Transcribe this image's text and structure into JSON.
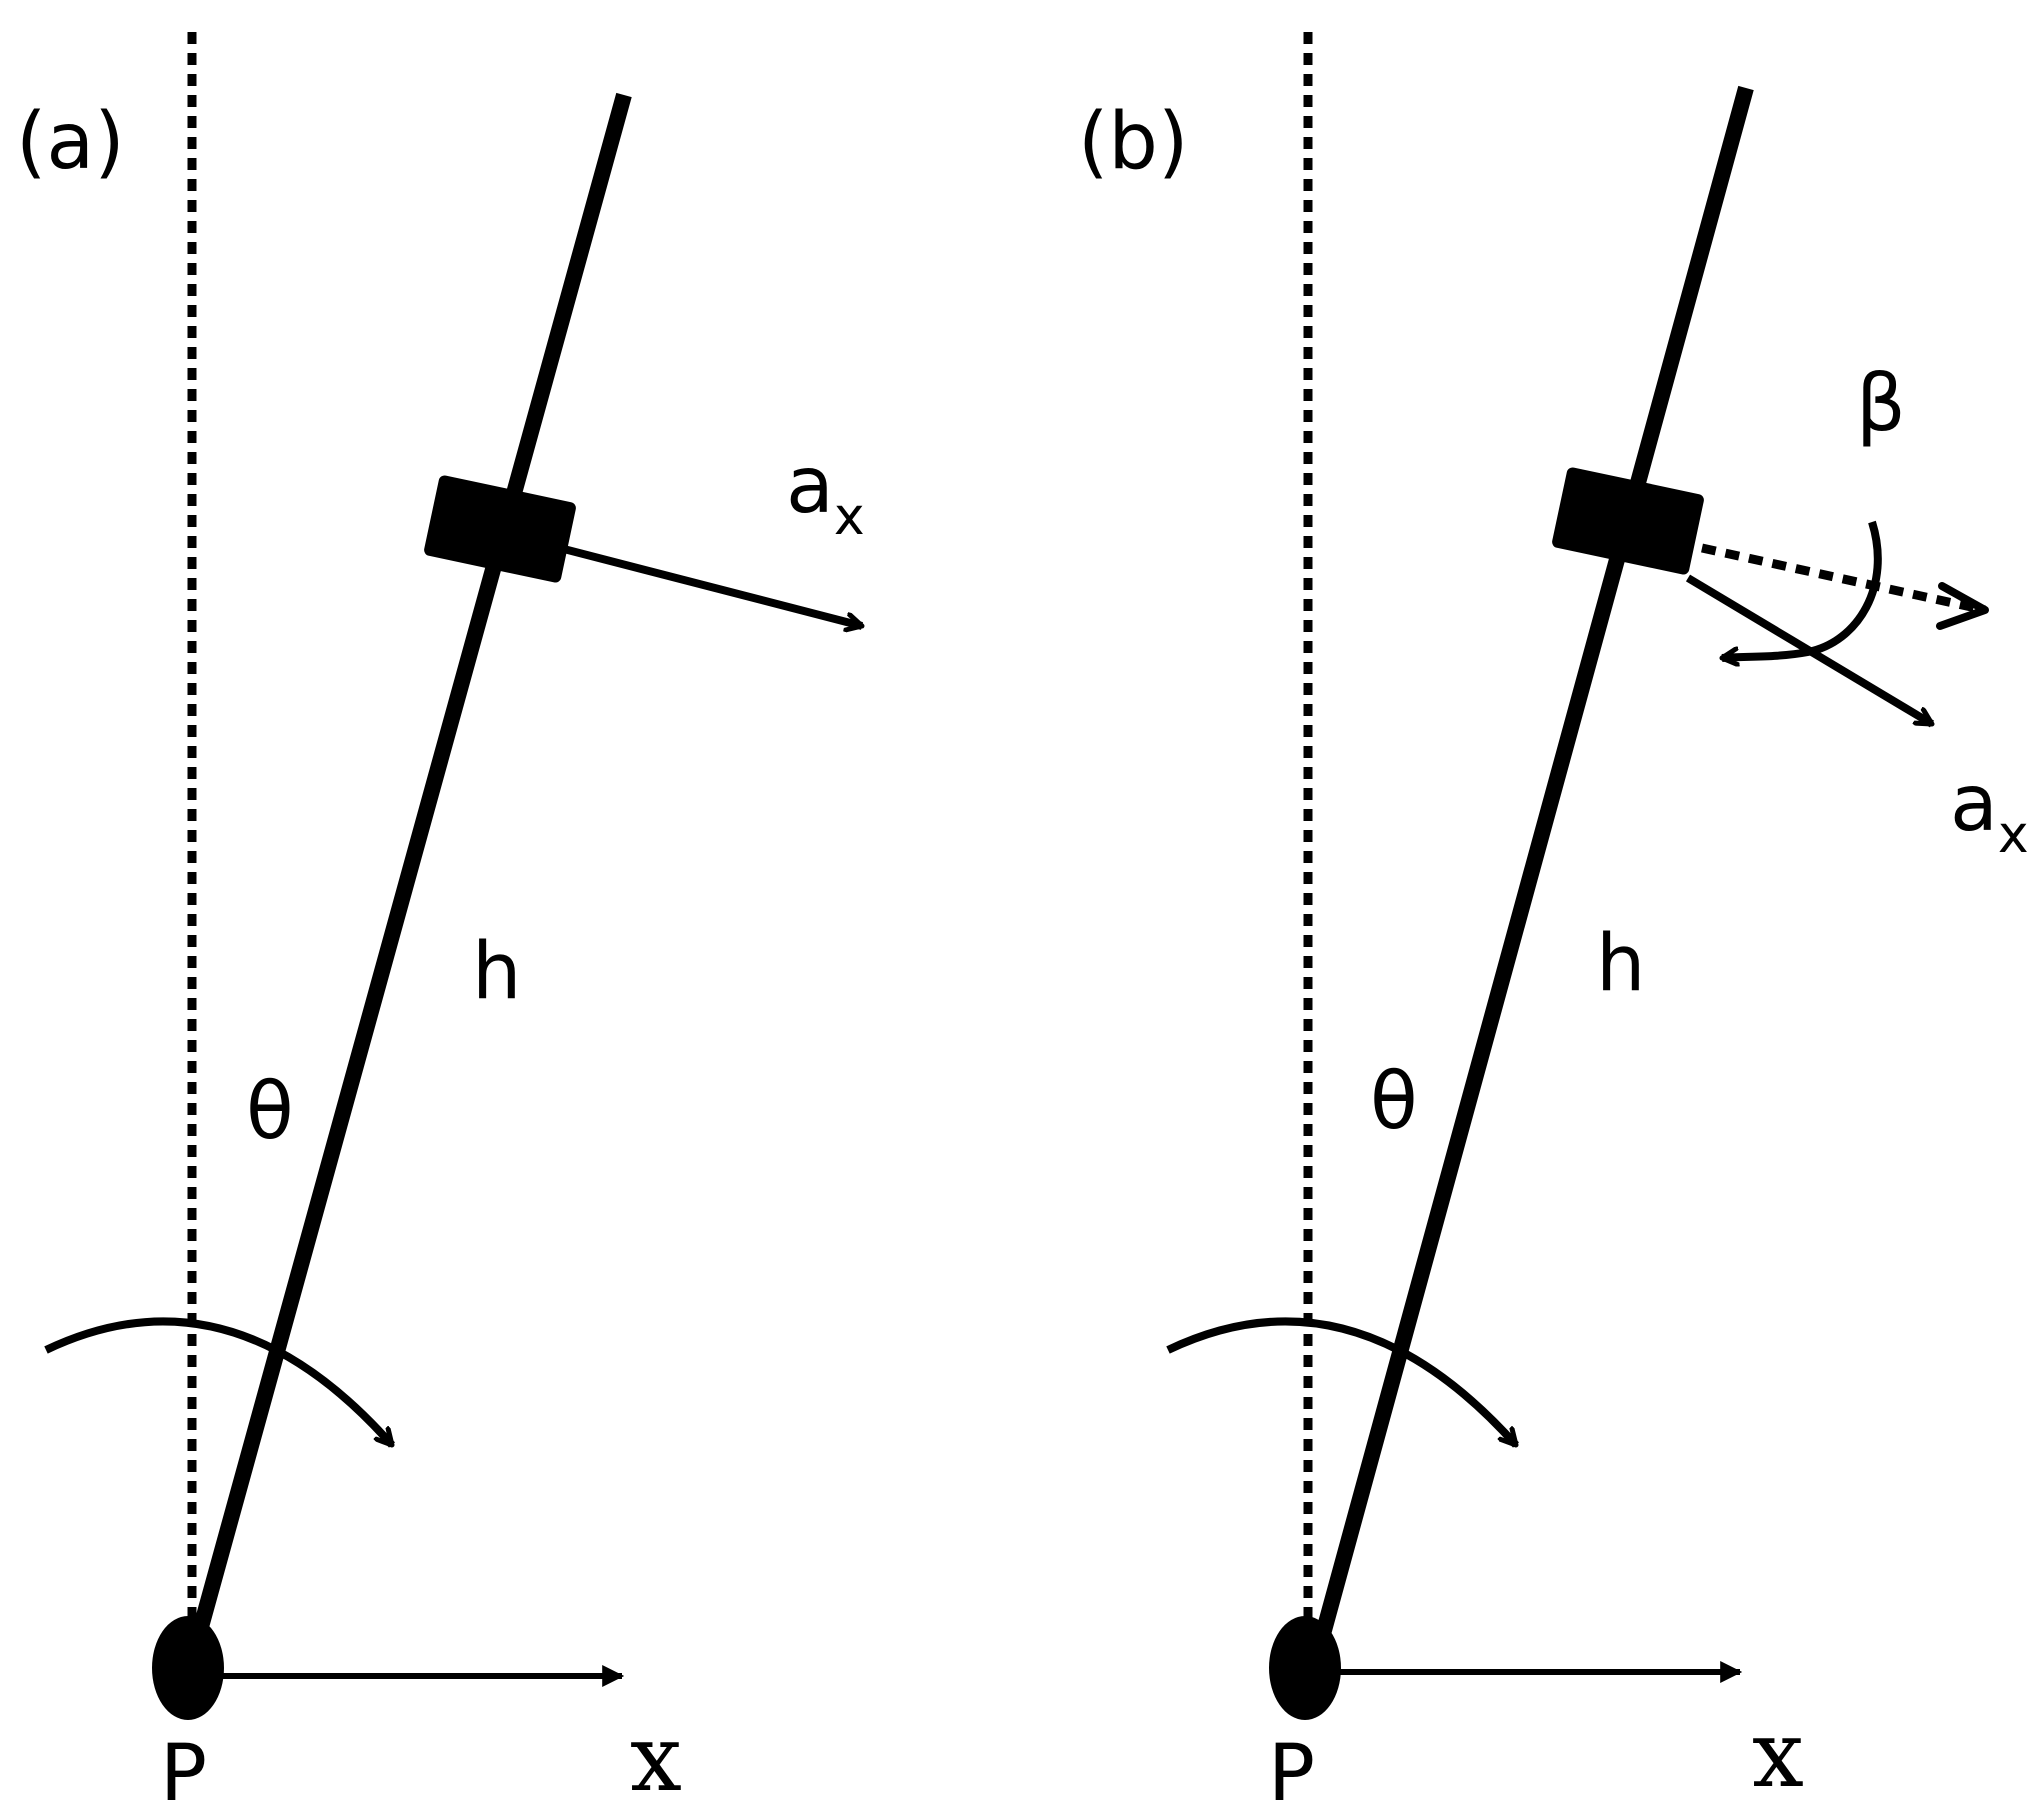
{
  "colors": {
    "ink": "#000000",
    "background": "#ffffff"
  },
  "panel_a": {
    "label": "(a)",
    "accel_symbol": "a",
    "accel_subscript": "x",
    "length_label": "h",
    "angle_label": "θ",
    "pivot_label": "P",
    "axis_label": "x"
  },
  "panel_b": {
    "label": "(b)",
    "tilt_angle_label": "β",
    "accel_symbol": "a",
    "accel_subscript": "x",
    "length_label": "h",
    "angle_label": "θ",
    "pivot_label": "P",
    "axis_label": "x"
  }
}
